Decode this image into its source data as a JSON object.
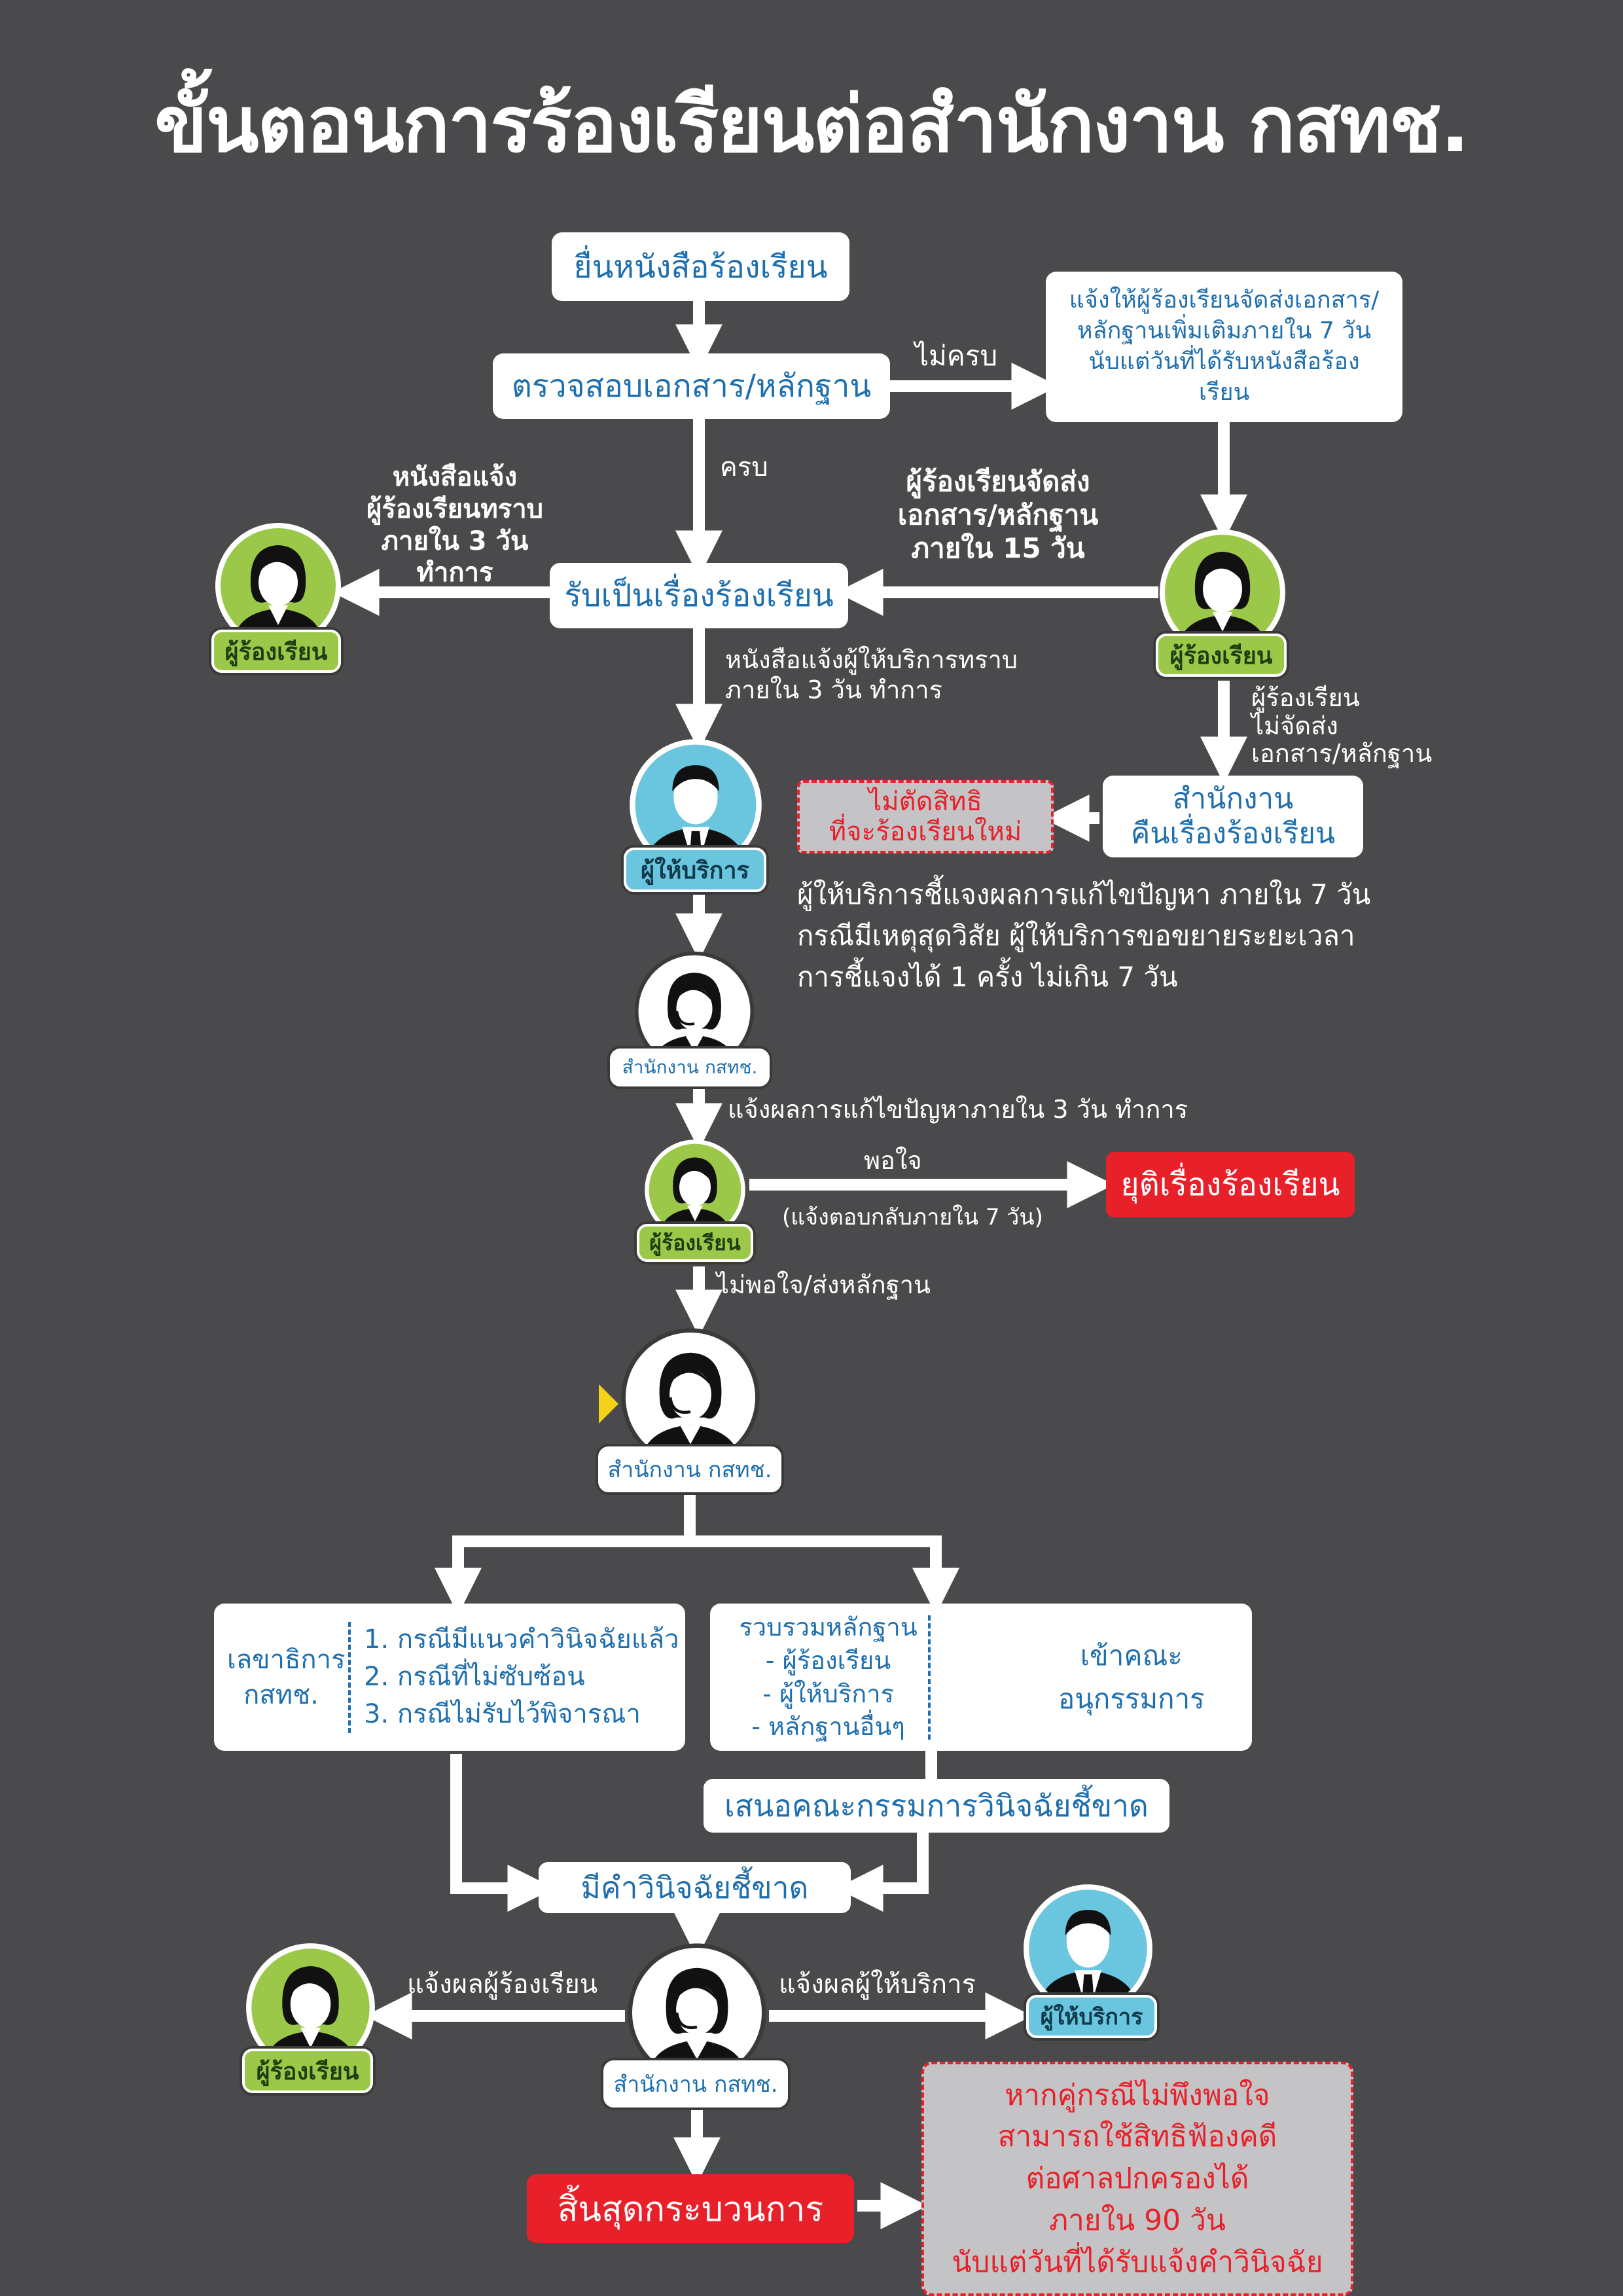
{
  "title": "ขั้นตอนการร้องเรียนต่อสำนักงาน กสทช.",
  "steps": {
    "submit": "ยื่นหนังสือร้องเรียน",
    "check": "ตรวจสอบเอกสาร/หลักฐาน",
    "notify_more_docs": "แจ้งให้ผู้ร้องเรียนจัดส่งเอกสาร/หลักฐานเพิ่มเติมภายใน 7 วันนับแต่วันที่ได้รับหนังสือร้องเรียน",
    "accept": "รับเป็นเรื่องร้องเรียน",
    "office_return": "สำนักงาน\nคืนเรื่องร้องเรียน",
    "no_rights_lost": "ไม่ตัดสิทธิ\nที่จะร้องเรียนใหม่",
    "end_complaint": "ยุติเรื่องร้องเรียน",
    "secretary": "เลขาธิการ\nกสทช.",
    "collect_evidence": "รวบรวมหลักฐาน\n- ผู้ร้องเรียน\n- ผู้ให้บริการ\n- หลักฐานอื่นๆ",
    "subcommittee": "เข้าคณะอนุกรรมการ",
    "propose_committee": "เสนอคณะกรรมการวินิจฉัยชี้ขาด",
    "decision": "มีคำวินิจฉัยชี้ขาด",
    "end_process": "สิ้นสุดกระบวนการ",
    "court_note": "หากคู่กรณีไม่พึงพอใจ\nสามารถใช้สิทธิฟ้องคดี\nต่อศาลปกครองได้\nภายใน 90 วัน\nนับแต่วันที่ได้รับแจ้งคำวินิจฉัย"
  },
  "secretary_list": [
    "1.  กรณีมีแนวคำวินิจฉัยแล้ว",
    "2.  กรณีที่ไม่ซับซ้อน",
    "3.  กรณีไม่รับไว้พิจารณา"
  ],
  "labels": {
    "incomplete": "ไม่ครบ",
    "complete": "ครบ",
    "letter_notify_complainant": "หนังสือแจ้ง\nผู้ร้องเรียนทราบ\nภายใน 3 วัน ทำการ",
    "complainant_sends_docs": "ผู้ร้องเรียนจัดส่ง\nเอกสาร/หลักฐาน\nภายใน 15 วัน",
    "letter_notify_provider": "หนังสือแจ้งผู้ให้บริการทราบ\nภายใน 3 วัน ทำการ",
    "complainant_not_send": "ผู้ร้องเรียน\nไม่จัดส่ง\nเอกสาร/หลักฐาน",
    "provider_explains": "ผู้ให้บริการชี้แจงผลการแก้ไขปัญหา ภายใน 7 วัน\nกรณีมีเหตุสุดวิสัย ผู้ให้บริการขอขยายระยะเวลา\nการชี้แจงได้ 1 ครั้ง ไม่เกิน 7 วัน",
    "notify_result": "แจ้งผลการแก้ไขปัญหาภายใน 3 วัน ทำการ",
    "satisfied": "พอใจ",
    "reply_7days": "(แจ้งตอบกลับภายใน 7 วัน)",
    "unsatisfied": "ไม่พอใจ/ส่งหลักฐาน",
    "notify_complainant_result": "แจ้งผลผู้ร้องเรียน",
    "notify_provider_result": "แจ้งผลผู้ให้บริการ"
  },
  "roles": {
    "complainant": "ผู้ร้องเรียน",
    "provider": "ผู้ให้บริการ",
    "office": "สำนักงาน กสทช."
  },
  "colors": {
    "background": "#4a4a4c",
    "text_blue": "#1f6fae",
    "red": "#e8202a",
    "green": "#9cc84a",
    "light_blue": "#6ac5de",
    "grey_note": "#c4c3c5",
    "arrow_blue": "#1a7bc4",
    "marker_yellow": "#f4d21a"
  },
  "icons": [
    "person-female-icon",
    "person-male-tie-icon",
    "call-center-headset-icon",
    "right-arrow-icon"
  ]
}
